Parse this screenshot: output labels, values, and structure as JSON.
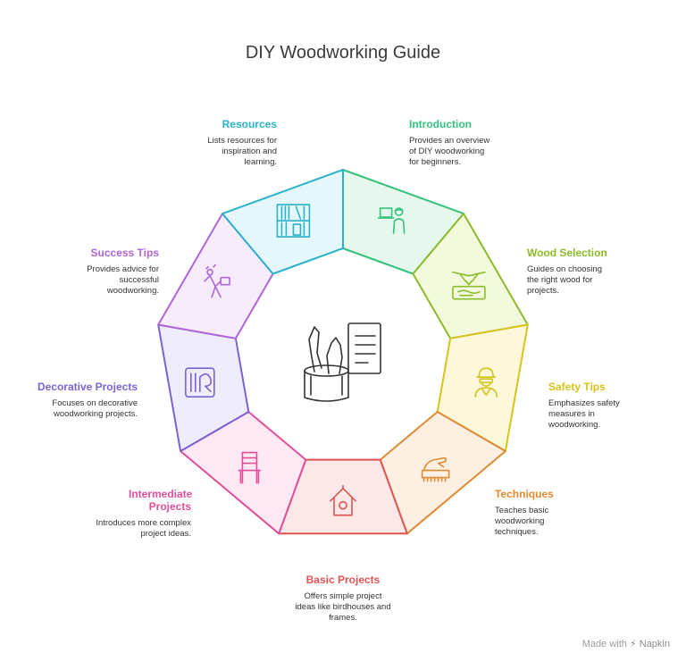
{
  "title": "DIY Woodworking Guide",
  "segments": [
    {
      "name": "Introduction",
      "desc": "Provides an overview of DIY woodworking for beginners.",
      "color": "#35c27c",
      "fill": "#e6f8ee",
      "icon": "worker-laptop-icon"
    },
    {
      "name": "Wood Selection",
      "desc": "Guides on choosing the right wood for projects.",
      "color": "#8cbc2a",
      "fill": "#f2f9dd",
      "icon": "wood-plank-icon"
    },
    {
      "name": "Safety Tips",
      "desc": "Emphasizes safety measures in woodworking.",
      "color": "#d8c21c",
      "fill": "#fcf8d9",
      "icon": "safety-worker-icon"
    },
    {
      "name": "Techniques",
      "desc": "Teaches basic woodworking techniques.",
      "color": "#e18a34",
      "fill": "#fdf0e2",
      "icon": "hand-saw-icon"
    },
    {
      "name": "Basic Projects",
      "desc": "Offers simple project ideas like birdhouses and frames.",
      "color": "#e05353",
      "fill": "#fde8e8",
      "icon": "birdhouse-icon"
    },
    {
      "name": "Intermediate Projects",
      "desc": "Introduces more complex project ideas.",
      "color": "#e04f9a",
      "fill": "#fde9f3",
      "icon": "chair-icon"
    },
    {
      "name": "Decorative Projects",
      "desc": "Focuses on decorative woodworking projects.",
      "color": "#7c62d4",
      "fill": "#efecfb",
      "icon": "ornament-panel-icon"
    },
    {
      "name": "Success Tips",
      "desc": "Provides advice for successful woodworking.",
      "color": "#b065d8",
      "fill": "#f6ecfc",
      "icon": "celebrating-person-icon"
    },
    {
      "name": "Resources",
      "desc": "Lists resources for inspiration and learning.",
      "color": "#2ab2cc",
      "fill": "#e5f7fb",
      "icon": "bookshelf-icon"
    }
  ],
  "center_icon": "tools-and-plan-icon",
  "credit": {
    "prefix": "Made with",
    "brand": "Napkin"
  }
}
